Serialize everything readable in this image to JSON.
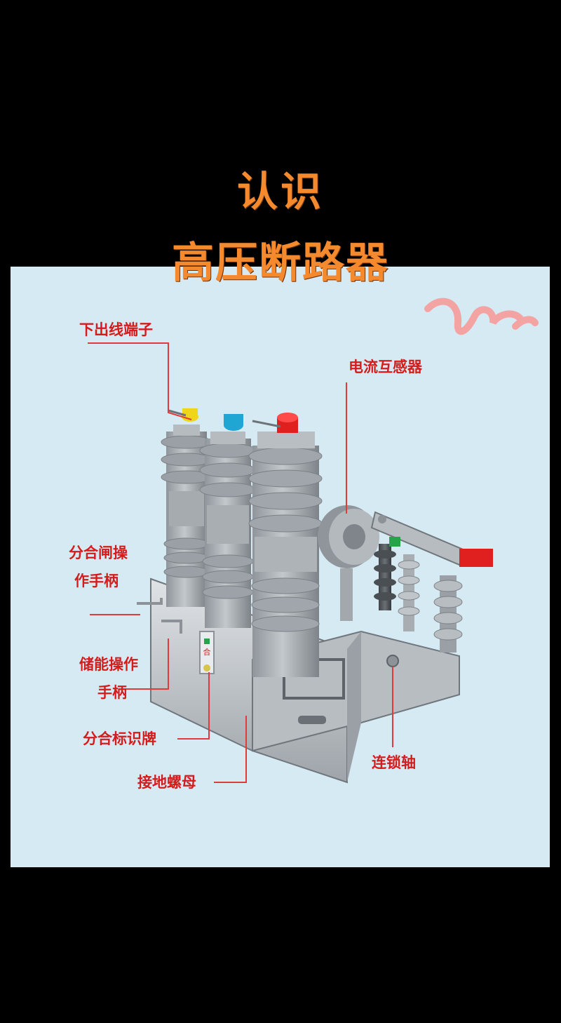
{
  "title": {
    "line1": "认识",
    "line2": "高压断路器"
  },
  "labels": {
    "lower_terminal": "下出线端子",
    "current_transformer": "电流互感器",
    "open_close_handle_1": "分合闸操",
    "open_close_handle_2": "作手柄",
    "energy_storage_handle_1": "储能操作",
    "energy_storage_handle_2": "手柄",
    "open_close_indicator": "分合标识牌",
    "interlock_shaft": "连锁轴",
    "grounding_nut": "接地螺母"
  },
  "indicator_plate_text": "合",
  "colors": {
    "title": "#f5892e",
    "label": "#d51b1b",
    "panel_bg": "#d6eaf4",
    "phase_a": "#f0d61a",
    "phase_b": "#1fa6d2",
    "phase_c": "#e01f1f"
  },
  "icons": {
    "decoration": "pink-squiggle-icon"
  }
}
